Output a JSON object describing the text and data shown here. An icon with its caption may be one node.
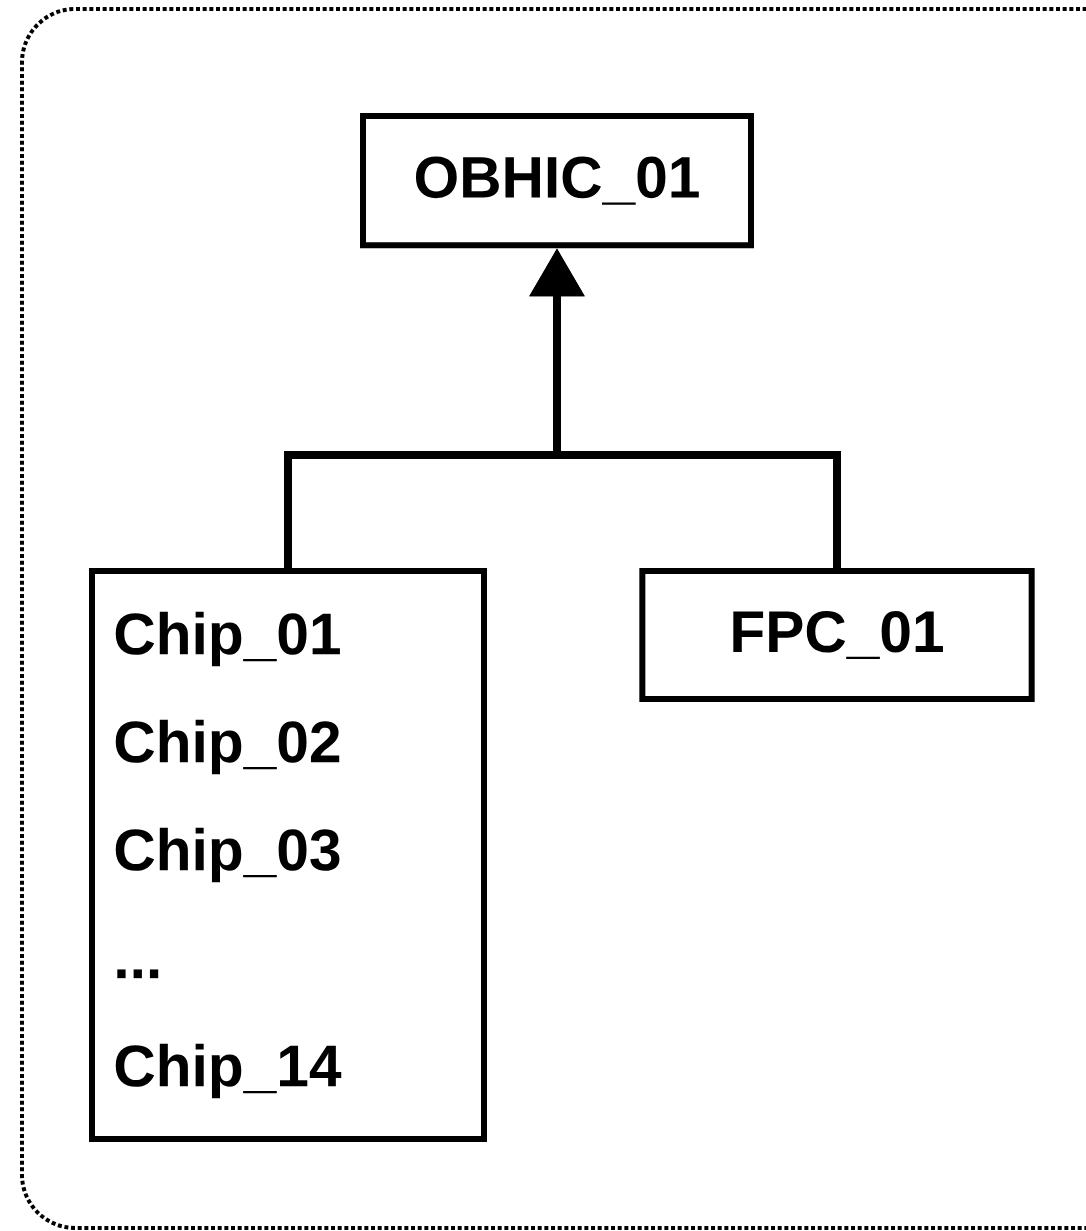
{
  "diagram": {
    "nodes": [
      {
        "text": [
          "OBHIC_01"
        ]
      },
      {
        "text": [
          "Chip_01",
          "Chip_02",
          "Chip_03",
          "...",
          "Chip_14"
        ]
      },
      {
        "text": [
          "FPC_01"
        ]
      }
    ],
    "edges": [
      {
        "from": 1,
        "to": 0,
        "arrow": "to"
      },
      {
        "from": 2,
        "to": 0,
        "arrow": "to"
      }
    ]
  }
}
